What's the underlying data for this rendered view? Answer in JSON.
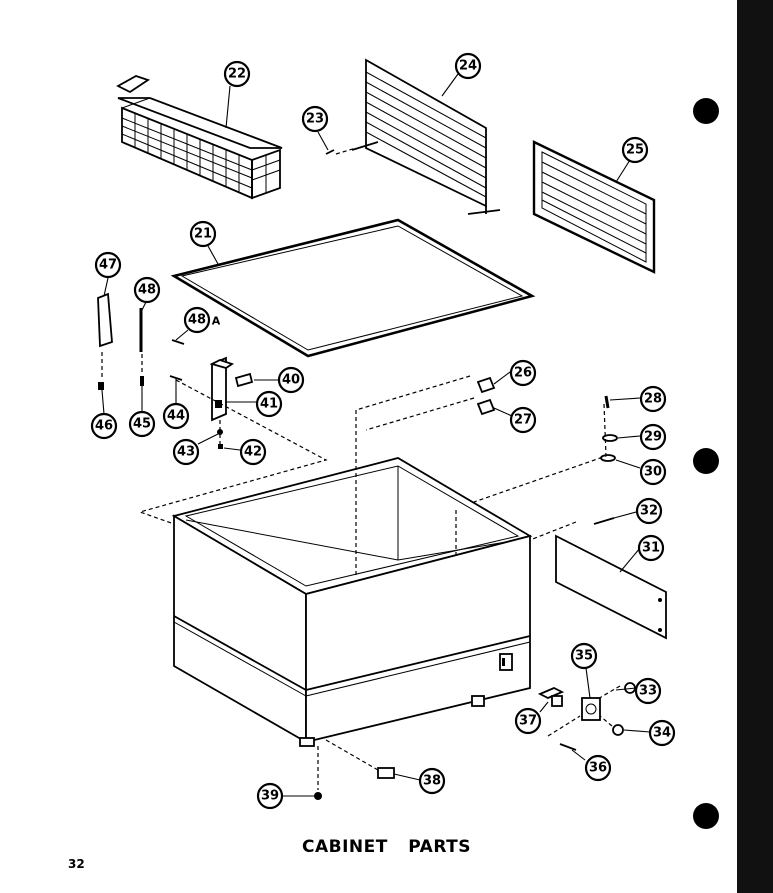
{
  "title": "CABINET PARTS",
  "page_number": "32",
  "callouts": {
    "c21": "21",
    "c22": "22",
    "c23": "23",
    "c24": "24",
    "c25": "25",
    "c26": "26",
    "c27": "27",
    "c28": "28",
    "c29": "29",
    "c30": "30",
    "c31": "31",
    "c32": "32",
    "c33": "33",
    "c34": "34",
    "c35": "35",
    "c36": "36",
    "c37": "37",
    "c38": "38",
    "c39": "39",
    "c40": "40",
    "c41": "41",
    "c42": "42",
    "c43": "43",
    "c44": "44",
    "c45": "45",
    "c46": "46",
    "c47": "47",
    "c48": "48",
    "c48a": "48"
  },
  "suffix_48a": "A"
}
